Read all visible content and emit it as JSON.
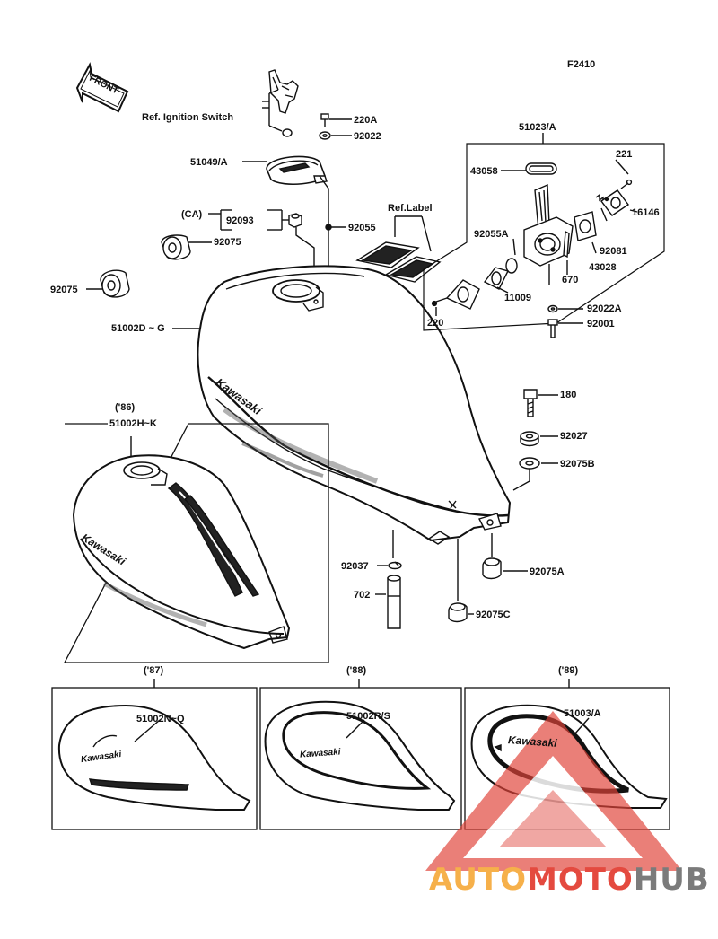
{
  "figure_code": "F2410",
  "front_label": "FRONT",
  "labels": {
    "ref_ignition": "Ref. Ignition Switch",
    "p220A": "220A",
    "p92022": "92022",
    "p51049A": "51049/A",
    "ca": "(CA)",
    "p92093": "92093",
    "p92055": "92055",
    "p92075a": "92075",
    "p92075b": "92075",
    "p51002D_G": "51002D ~ G",
    "ref_label": "Ref.Label",
    "p51023A": "51023/A",
    "p43058": "43058",
    "p221": "221",
    "p16146": "16146",
    "p92055A": "92055A",
    "p92081": "92081",
    "p43028": "43028",
    "p670": "670",
    "p11009": "11009",
    "p220": "220",
    "p92022A": "92022A",
    "p92001": "92001",
    "p180": "180",
    "p92027": "92027",
    "p92075B": "92075B",
    "p92037": "92037",
    "p702": "702",
    "p92075A": "92075A",
    "p92075C": "92075C",
    "yr86": "('86)",
    "p51002H_K": "51002H~K",
    "yr87": "('87)",
    "p51002N_Q": "51002N~Q",
    "yr88": "('88)",
    "p51002R_S": "51002R/S",
    "yr89": "('89)",
    "p51003A": "51003/A"
  },
  "tank_brand": "Kawasaki",
  "watermark": {
    "part1": "AUTO",
    "part2": "MOTO",
    "part3": "HUB",
    "colors": {
      "auto": "#f6b04a",
      "moto": "#e44a3f",
      "hub": "#7b7b7b",
      "triangle": "#e0433a"
    }
  }
}
